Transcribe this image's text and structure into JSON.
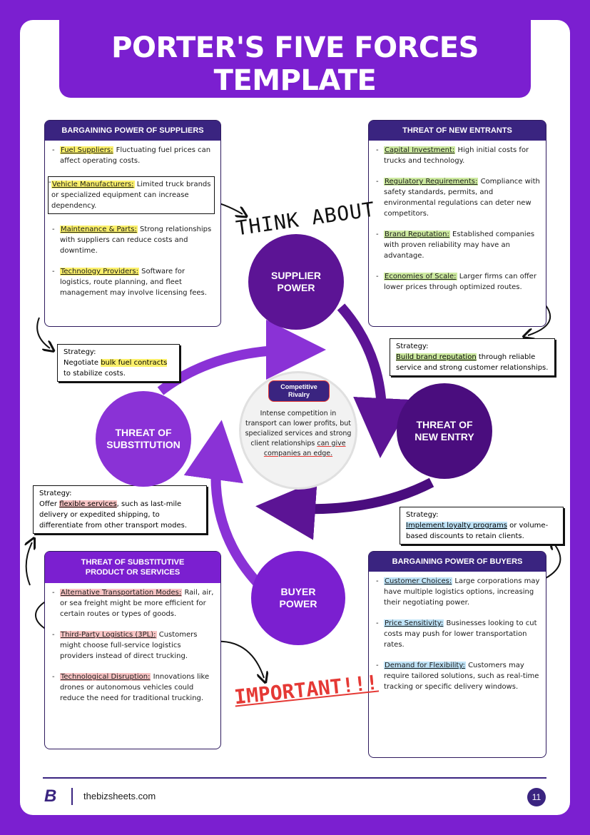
{
  "title": "PORTER'S FIVE FORCES TEMPLATE",
  "suppliers": {
    "heading": "BARGAINING POWER OF SUPPLIERS",
    "items": [
      {
        "key": "Fuel Suppliers:",
        "text": " Fluctuating fuel prices can affect operating costs."
      },
      {
        "key": "Vehicle Manufacturers:",
        "text": " Limited truck brands or specialized equipment can increase dependency."
      },
      {
        "key": "Maintenance & Parts:",
        "text": " Strong relationships with suppliers can reduce costs and downtime."
      },
      {
        "key": "Technology Providers:",
        "text": " Software for logistics, route planning, and fleet management may involve licensing fees."
      }
    ],
    "strategy_label": "Strategy:",
    "strategy_pre": "Negotiate ",
    "strategy_key": "bulk fuel contracts",
    "strategy_post": " to stabilize costs."
  },
  "entrants": {
    "heading": "THREAT OF NEW ENTRANTS",
    "items": [
      {
        "key": "Capital Investment:",
        "text": " High initial costs for trucks and technology."
      },
      {
        "key": "Regulatory Requirements:",
        "text": " Compliance with safety standards, permits, and environmental regulations can deter new competitors."
      },
      {
        "key": "Brand Reputation:",
        "text": " Established companies with proven reliability may have an advantage."
      },
      {
        "key": "Economies of Scale:",
        "text": " Larger firms can offer lower prices through optimized routes."
      }
    ],
    "strategy_label": "Strategy:",
    "strategy_key": "Build brand reputation",
    "strategy_post": " through reliable service and strong customer relationships."
  },
  "substitutes": {
    "heading": "THREAT OF SUBSTITUTIVE PRODUCT OR SERVICES",
    "items": [
      {
        "key": "Alternative Transportation Modes:",
        "text": " Rail, air, or sea freight might be more efficient for certain routes or types of goods."
      },
      {
        "key": "Third-Party Logistics (3PL):",
        "text": " Customers might choose full-service logistics providers instead of direct trucking."
      },
      {
        "key": "Technological Disruption:",
        "text": " Innovations like drones or autonomous vehicles could reduce the need for traditional trucking."
      }
    ],
    "strategy_label": "Strategy:",
    "strategy_pre": "Offer ",
    "strategy_key": "flexible services",
    "strategy_post": ", such as last-mile delivery or expedited shipping, to differentiate from other transport modes."
  },
  "buyers": {
    "heading": "BARGAINING POWER OF BUYERS",
    "items": [
      {
        "key": "Customer Choices:",
        "text": " Large corporations may have multiple logistics options, increasing their negotiating power."
      },
      {
        "key": "Price Sensitivity:",
        "text": " Businesses looking to cut costs may push for lower transportation rates."
      },
      {
        "key": "Demand for Flexibility:",
        "text": " Customers may require tailored solutions, such as real-time tracking or specific delivery windows."
      }
    ],
    "strategy_label": "Strategy:",
    "strategy_key": "Implement loyalty programs",
    "strategy_post": " or volume-based discounts to retain clients."
  },
  "forces": {
    "supplier": "SUPPLIER POWER",
    "entry": "THREAT OF NEW ENTRY",
    "substitution": "THREAT OF SUBSTITUTION",
    "buyer": "BUYER POWER"
  },
  "center": {
    "badge": "Competitive Rivalry",
    "text_pre": "Intense competition in transport can lower profits, but specialized services and strong client relationships ",
    "text_ul": "can give companies an edge."
  },
  "annotations": {
    "think": "THINK ABOUT",
    "important": "IMPORTANT!!!"
  },
  "footer": {
    "logo": "B",
    "site": "thebizsheets.com",
    "page": "11"
  },
  "colors": {
    "brand": "#7b1fd0",
    "panel_header": "#3a2480",
    "highlight_yellow": "#fbf06a",
    "highlight_green": "#cdeaa0",
    "highlight_blue": "#bfe3f7",
    "highlight_pink": "#f8c4c4",
    "accent_red": "#e53935"
  }
}
